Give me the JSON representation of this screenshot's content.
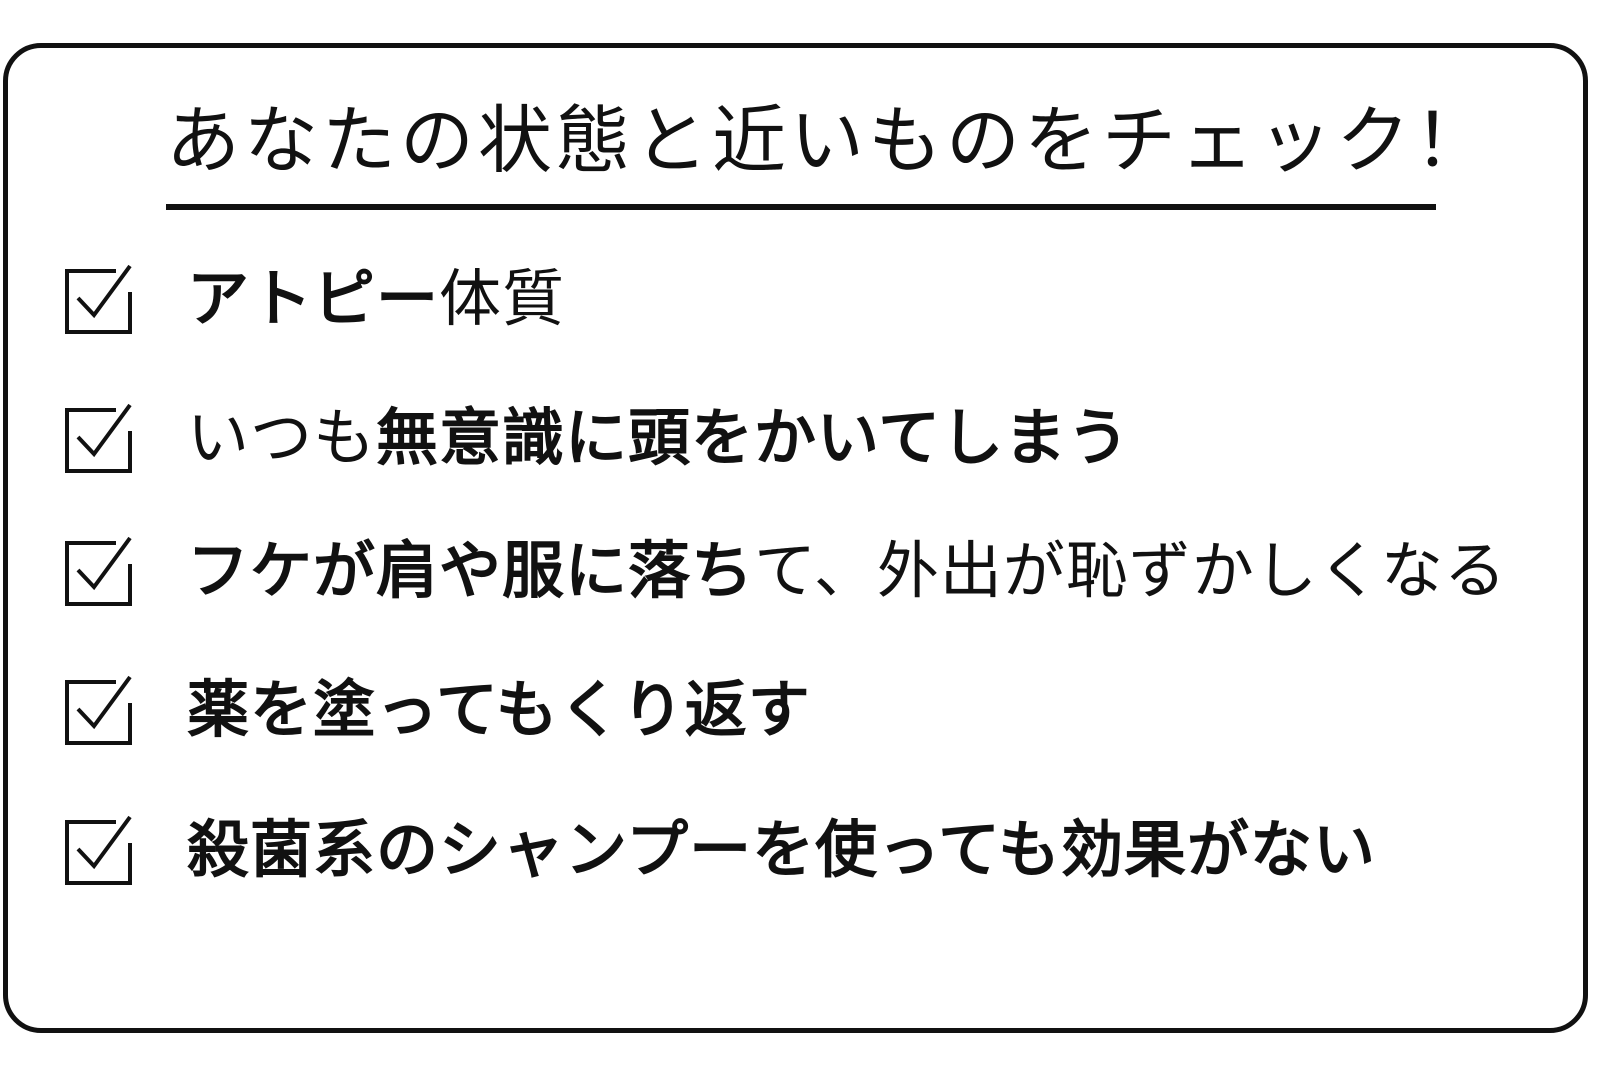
{
  "heading": "あなたの状態と近いものをチェック！",
  "items": [
    {
      "segments": [
        {
          "text": "アトピー",
          "bold": true
        },
        {
          "text": "体質",
          "bold": false
        }
      ]
    },
    {
      "segments": [
        {
          "text": "いつも",
          "bold": false
        },
        {
          "text": "無意識に頭をかいてしまう",
          "bold": true
        }
      ]
    },
    {
      "segments": [
        {
          "text": "フケが肩や服に落ち",
          "bold": true
        },
        {
          "text": "て、外出が恥ずかしくなる",
          "bold": false
        }
      ]
    },
    {
      "segments": [
        {
          "text": "薬を塗ってもくり返す",
          "bold": true
        }
      ]
    },
    {
      "segments": [
        {
          "text": "殺菌系のシャンプーを使っても効果がない",
          "bold": true
        }
      ]
    }
  ],
  "icons": {
    "item_marker": "checked-box-icon"
  },
  "colors": {
    "ink": "#111111",
    "background": "#ffffff"
  }
}
